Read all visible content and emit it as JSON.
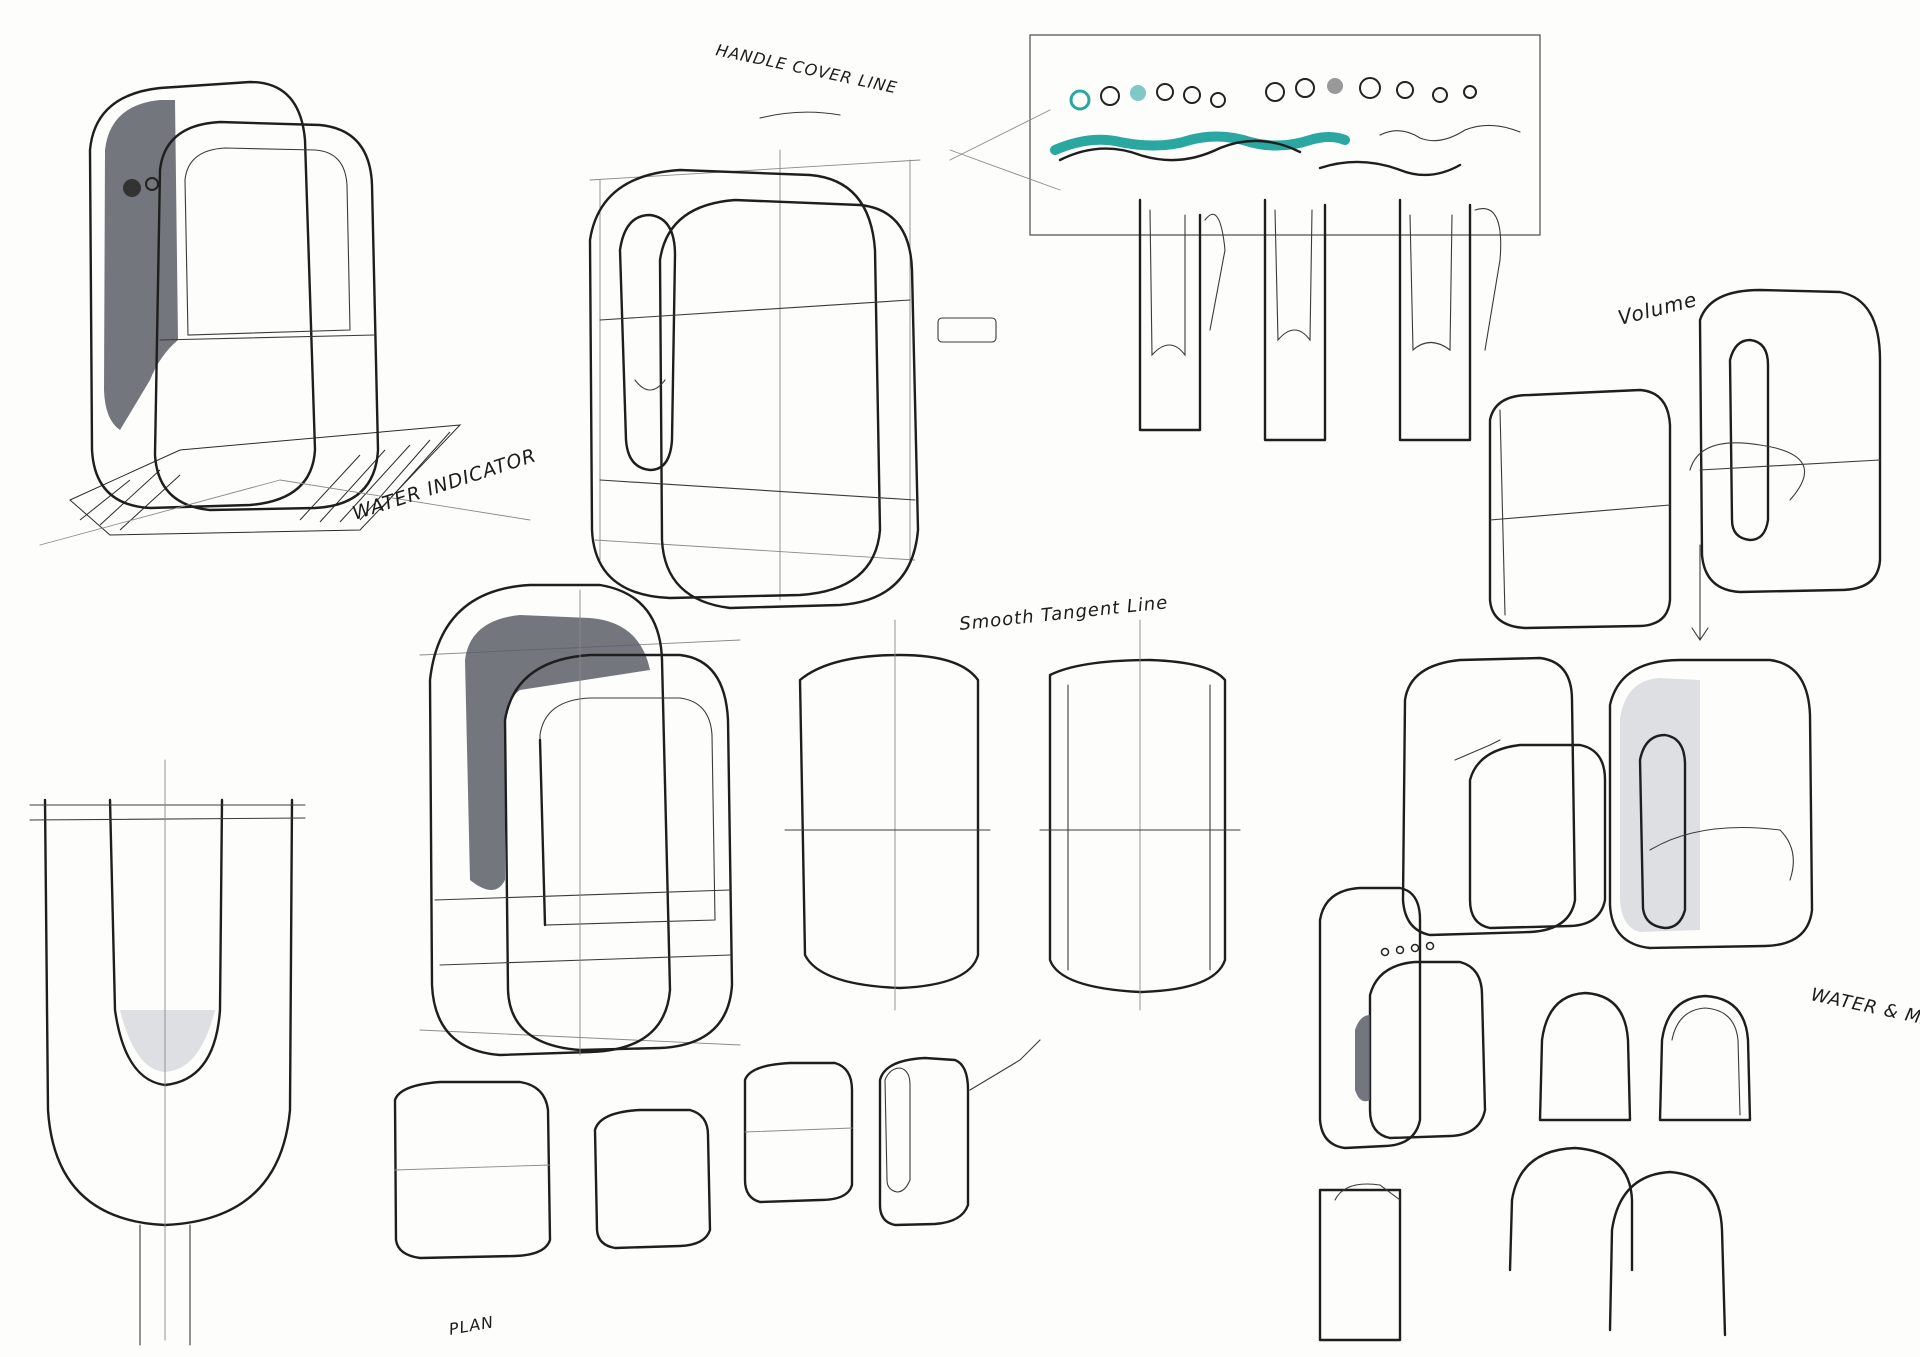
{
  "sheet": {
    "annotations": {
      "water_indicator": "WATER INDICATOR",
      "handle_cover": "HANDLE COVER LINE",
      "smooth_tangent": "Smooth Tangent Line",
      "volume": "Volume",
      "water_matter": "WATER & MATTER",
      "plan": "PLAN"
    },
    "colors": {
      "ink": "#1e1e1e",
      "marker_grey": "#5b5e66",
      "teal_accent": "#2aa7a1",
      "paper": "#fdfdfc"
    }
  }
}
